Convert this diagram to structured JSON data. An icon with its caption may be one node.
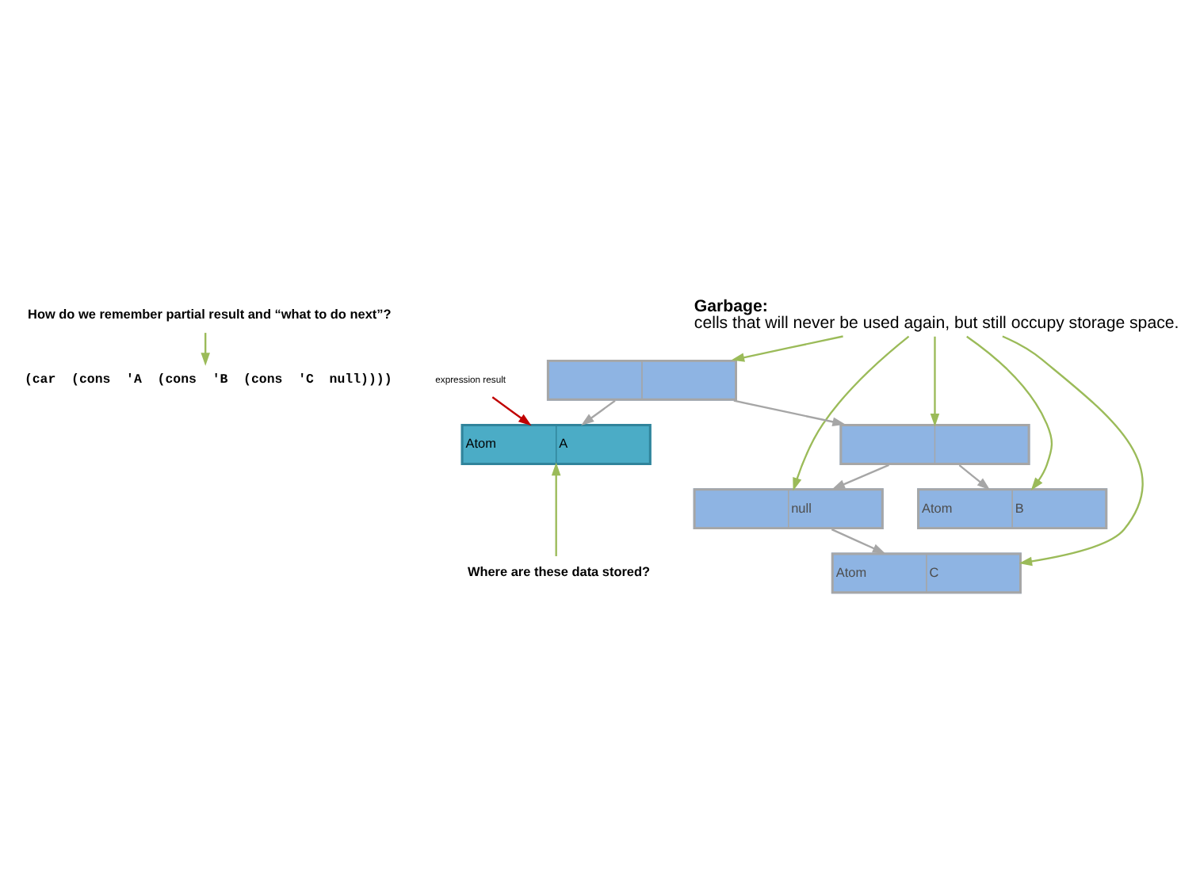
{
  "diagram": {
    "nodes": [
      {
        "text": [
          "How do we remember partial result and “what to do next”?"
        ]
      },
      {
        "text": [
          "(car  (cons  'A  (cons  'B  (cons  'C  null))))"
        ]
      },
      {
        "text": [
          "Garbage:",
          "cells that will never be used again, but still occupy storage space."
        ]
      },
      {
        "text": [
          "expression result"
        ]
      },
      {
        "text": [],
        "shape": "box"
      },
      {
        "text": [
          "Atom",
          "A"
        ]
      },
      {
        "text": [],
        "shape": "box"
      },
      {
        "text": [
          "null"
        ]
      },
      {
        "text": [
          "Atom",
          "B"
        ]
      },
      {
        "text": [
          "Atom",
          "C"
        ]
      },
      {
        "text": [
          "Where are these data stored?"
        ]
      }
    ],
    "edges": [
      {
        "from": 0,
        "to": 1,
        "arrow": "to"
      },
      {
        "from": 2,
        "to": 4,
        "arrow": "to"
      },
      {
        "from": 2,
        "to": 6,
        "arrow": "to"
      },
      {
        "from": 2,
        "to": 8,
        "arrow": "to"
      },
      {
        "from": 2,
        "to": 9,
        "arrow": "to"
      },
      {
        "from": 2,
        "to": 7,
        "arrow": "to"
      },
      {
        "from": 3,
        "to": 5,
        "arrow": "to",
        "color": "#c00000"
      },
      {
        "from": 4,
        "to": 5,
        "arrow": "to",
        "color": "#a6a6a6"
      },
      {
        "from": 4,
        "to": 6,
        "arrow": "to",
        "color": "#a6a6a6"
      },
      {
        "from": 6,
        "to": 8,
        "arrow": "to",
        "color": "#a6a6a6"
      },
      {
        "from": 6,
        "to": 7,
        "arrow": "to",
        "color": "#a6a6a6"
      },
      {
        "from": 7,
        "to": 9,
        "arrow": "to",
        "color": "#a6a6a6"
      },
      {
        "from": 10,
        "to": 5,
        "arrow": "to"
      }
    ]
  }
}
